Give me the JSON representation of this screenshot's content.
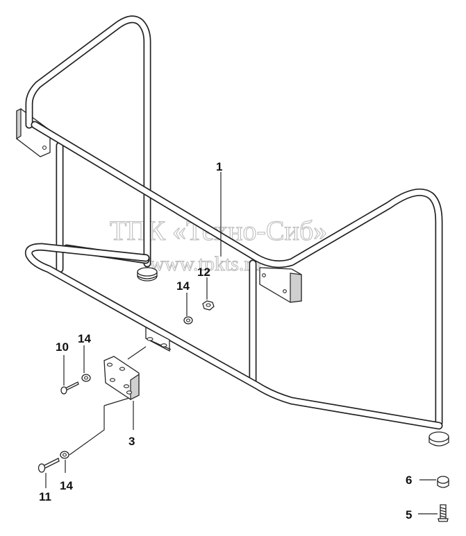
{
  "watermark": {
    "line1": "ТПК «Техно-Сиб»",
    "line2": "www.tpkts.ru"
  },
  "callouts": [
    {
      "id": "1",
      "label": "1"
    },
    {
      "id": "12",
      "label": "12"
    },
    {
      "id": "14a",
      "label": "14"
    },
    {
      "id": "10",
      "label": "10"
    },
    {
      "id": "14b",
      "label": "14"
    },
    {
      "id": "3",
      "label": "3"
    },
    {
      "id": "14c",
      "label": "14"
    },
    {
      "id": "11",
      "label": "11"
    },
    {
      "id": "6",
      "label": "6"
    },
    {
      "id": "5",
      "label": "5"
    }
  ]
}
